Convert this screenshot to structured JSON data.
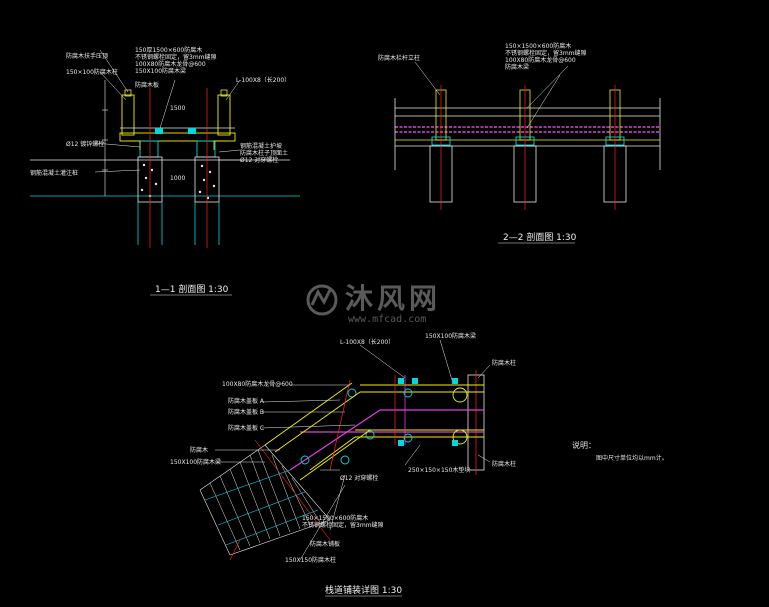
{
  "colors": {
    "background": "#000000",
    "white": "#e8e8e8",
    "yellow": "#f2f200",
    "cyan": "#00d8e0",
    "red": "#ff2020",
    "magenta": "#e040e0",
    "green": "#20d040"
  },
  "watermark": {
    "text": "沐风网",
    "url": "www.mfcad.com"
  },
  "section_1_1": {
    "title": "1—1 剖面图   1:30",
    "labels": [
      "防腐木扶手压顶",
      "150×100防腐木柱",
      "150厚1500×600防腐木",
      "不锈钢螺栓固定，留3mm缝隙",
      "100X80防腐木龙骨@600",
      "150X100防腐木梁",
      "L-100X8（长200）",
      "防腐木板",
      "1500",
      "1000",
      "Ø12 镀锌螺栓",
      "钢筋混凝土灌注桩",
      "钢筋混凝土护坡",
      "防腐木柱子顶面土",
      "Ø12 对穿螺栓"
    ]
  },
  "section_2_2": {
    "title": "2—2 剖面图   1:30",
    "labels": [
      "防腐木栏杆立柱",
      "150×1500×600防腐木",
      "不锈钢螺栓固定，留3mm缝隙",
      "100X80防腐木龙骨@600",
      "防腐木梁"
    ]
  },
  "plan_detail": {
    "title": "栈道铺装详图   1:30",
    "labels": [
      "L-100X8（长200）",
      "150X100防腐木梁",
      "防腐木柱",
      "100X80防腐木龙骨@600",
      "防腐木盖板 A",
      "防腐木盖板 B",
      "防腐木盖板 C",
      "防腐木",
      "150X100防腐木梁",
      "Ø12 对穿螺栓",
      "150×1500×600防腐木",
      "不锈钢螺栓固定，留3mm缝隙",
      "防腐木铺板",
      "150X150防腐木柱",
      "250×150×150木垫块",
      "防腐木柱"
    ]
  },
  "notes": {
    "heading": "说明：",
    "line1": "图中尺寸单位均以mm计。"
  }
}
